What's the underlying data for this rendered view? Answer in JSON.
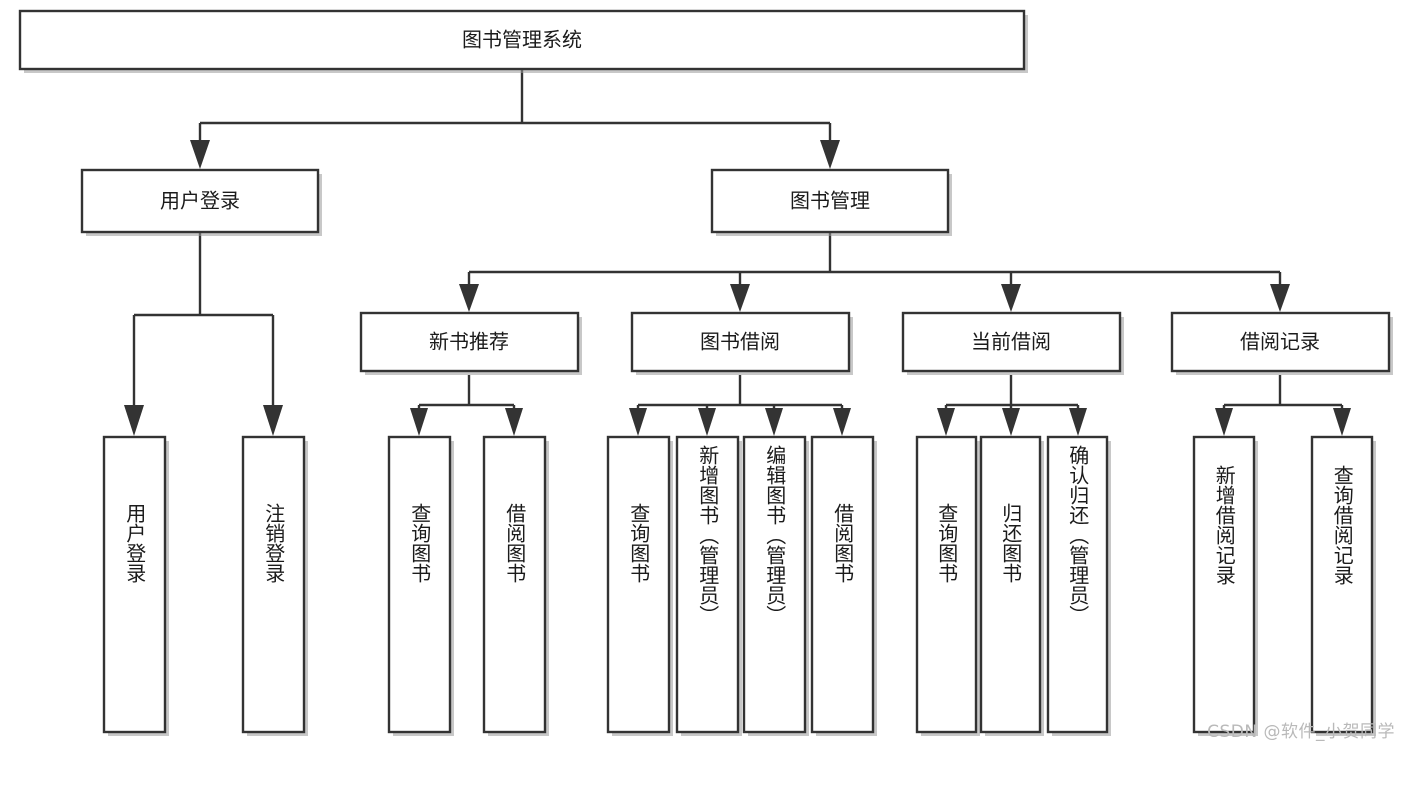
{
  "diagram": {
    "title": "图书管理系统",
    "type": "tree-hierarchy-chart",
    "colors": {
      "box_border": "#333333",
      "box_fill": "#ffffff",
      "connector": "#333333",
      "text": "#1b1b1b",
      "background": "#ffffff",
      "watermark": "#b9b9b9"
    },
    "root": {
      "label": "图书管理系统"
    },
    "level2": [
      {
        "label": "用户登录"
      },
      {
        "label": "图书管理"
      }
    ],
    "level3": [
      {
        "label": "新书推荐"
      },
      {
        "label": "图书借阅"
      },
      {
        "label": "当前借阅"
      },
      {
        "label": "借阅记录"
      }
    ],
    "leaves": {
      "user_login": [
        {
          "label": "用户登录"
        },
        {
          "label": "注销登录"
        }
      ],
      "new_book_recommend": [
        {
          "label": "查询图书"
        },
        {
          "label": "借阅图书"
        }
      ],
      "book_borrow": [
        {
          "label": "查询图书"
        },
        {
          "label": "新增图书（管理员）"
        },
        {
          "label": "编辑图书（管理员）"
        },
        {
          "label": "借阅图书"
        }
      ],
      "current_borrow": [
        {
          "label": "查询图书"
        },
        {
          "label": "归还图书"
        },
        {
          "label": "确认归还（管理员）"
        }
      ],
      "borrow_records": [
        {
          "label": "新增借阅记录"
        },
        {
          "label": "查询借阅记录"
        }
      ]
    }
  },
  "watermark": {
    "text": "CSDN @软件_小贺同学"
  }
}
